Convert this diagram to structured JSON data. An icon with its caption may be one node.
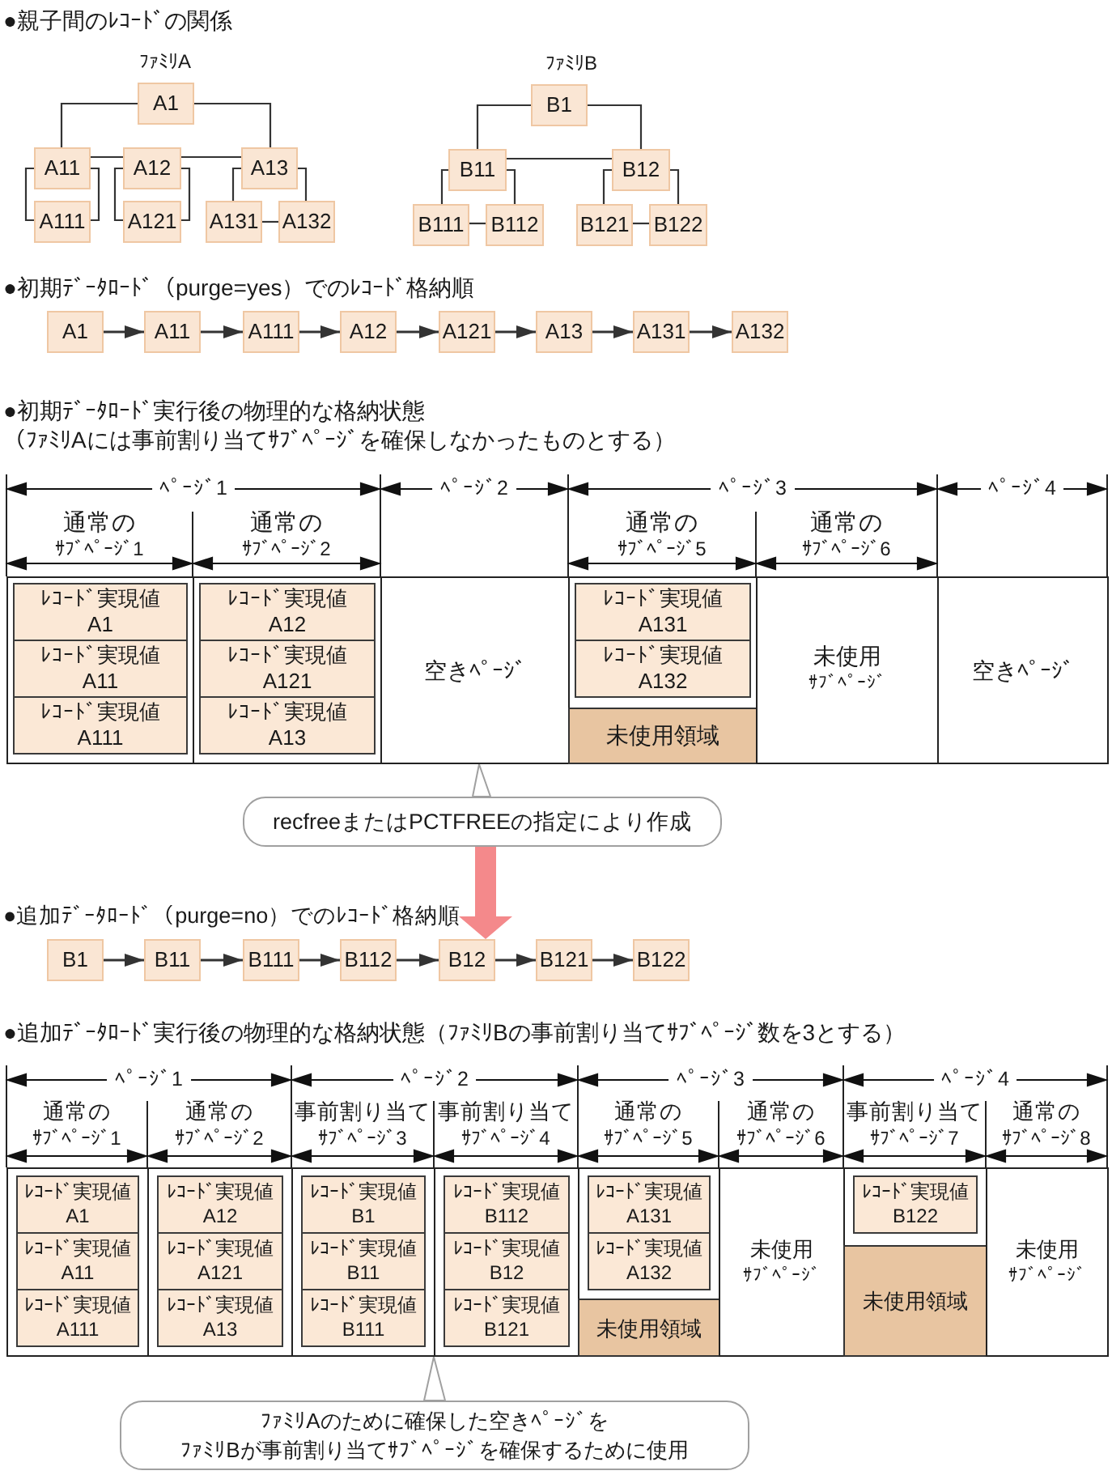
{
  "diagram": {
    "nodes": [
      {
        "text": [
          "A1"
        ]
      },
      {
        "text": [
          "A11"
        ]
      },
      {
        "text": [
          "A12"
        ]
      },
      {
        "text": [
          "A13"
        ]
      },
      {
        "text": [
          "A111"
        ]
      },
      {
        "text": [
          "A121"
        ]
      },
      {
        "text": [
          "A131"
        ]
      },
      {
        "text": [
          "A132"
        ]
      },
      {
        "text": [
          "B1"
        ]
      },
      {
        "text": [
          "B11"
        ]
      },
      {
        "text": [
          "B12"
        ]
      },
      {
        "text": [
          "B111"
        ]
      },
      {
        "text": [
          "B112"
        ]
      },
      {
        "text": [
          "B121"
        ]
      },
      {
        "text": [
          "B122"
        ]
      },
      {
        "text": [
          "A1"
        ]
      },
      {
        "text": [
          "A11"
        ]
      },
      {
        "text": [
          "A111"
        ]
      },
      {
        "text": [
          "A12"
        ]
      },
      {
        "text": [
          "A121"
        ]
      },
      {
        "text": [
          "A13"
        ]
      },
      {
        "text": [
          "A131"
        ]
      },
      {
        "text": [
          "A132"
        ]
      },
      {
        "text": [],
        "shape": "box"
      },
      {
        "text": [
          "ﾚｺｰﾄﾞ実現値",
          "A1"
        ],
        "in": 23
      },
      {
        "text": [
          "ﾚｺｰﾄﾞ実現値",
          "A11"
        ],
        "in": 23
      },
      {
        "text": [
          "ﾚｺｰﾄﾞ実現値",
          "A111"
        ],
        "in": 23
      },
      {
        "text": [],
        "shape": "box"
      },
      {
        "text": [
          "ﾚｺｰﾄﾞ実現値",
          "A12"
        ],
        "in": 27
      },
      {
        "text": [
          "ﾚｺｰﾄﾞ実現値",
          "A121"
        ],
        "in": 27
      },
      {
        "text": [
          "ﾚｺｰﾄﾞ実現値",
          "A13"
        ],
        "in": 27
      },
      {
        "text": [
          "空きﾍﾟｰｼﾞ"
        ]
      },
      {
        "text": [],
        "shape": "box"
      },
      {
        "text": [
          "ﾚｺｰﾄﾞ実現値",
          "A131"
        ],
        "in": 32
      },
      {
        "text": [
          "ﾚｺｰﾄﾞ実現値",
          "A132"
        ],
        "in": 32
      },
      {
        "text": [
          "未使用領域"
        ],
        "in": 32
      },
      {
        "text": [
          "未使用",
          "ｻﾌﾞﾍﾟｰｼﾞ"
        ]
      },
      {
        "text": [
          "空きﾍﾟｰｼﾞ"
        ]
      },
      {
        "text": [
          "recfreeまたはPCTFREEの指定により作成"
        ]
      },
      {
        "text": [
          "B1"
        ]
      },
      {
        "text": [
          "B11"
        ]
      },
      {
        "text": [
          "B111"
        ]
      },
      {
        "text": [
          "B112"
        ]
      },
      {
        "text": [
          "B12"
        ]
      },
      {
        "text": [
          "B121"
        ]
      },
      {
        "text": [
          "B122"
        ]
      },
      {
        "text": [],
        "shape": "box"
      },
      {
        "text": [
          "ﾚｺｰﾄﾞ実現値",
          "A1"
        ],
        "in": 46
      },
      {
        "text": [
          "ﾚｺｰﾄﾞ実現値",
          "A11"
        ],
        "in": 46
      },
      {
        "text": [
          "ﾚｺｰﾄﾞ実現値",
          "A111"
        ],
        "in": 46
      },
      {
        "text": [],
        "shape": "box"
      },
      {
        "text": [
          "ﾚｺｰﾄﾞ実現値",
          "A12"
        ],
        "in": 50
      },
      {
        "text": [
          "ﾚｺｰﾄﾞ実現値",
          "A121"
        ],
        "in": 50
      },
      {
        "text": [
          "ﾚｺｰﾄﾞ実現値",
          "A13"
        ],
        "in": 50
      },
      {
        "text": [],
        "shape": "box"
      },
      {
        "text": [
          "ﾚｺｰﾄﾞ実現値",
          "B1"
        ],
        "in": 54
      },
      {
        "text": [
          "ﾚｺｰﾄﾞ実現値",
          "B11"
        ],
        "in": 54
      },
      {
        "text": [
          "ﾚｺｰﾄﾞ実現値",
          "B111"
        ],
        "in": 54
      },
      {
        "text": [],
        "shape": "box"
      },
      {
        "text": [
          "ﾚｺｰﾄﾞ実現値",
          "B112"
        ],
        "in": 58
      },
      {
        "text": [
          "ﾚｺｰﾄﾞ実現値",
          "B12"
        ],
        "in": 58
      },
      {
        "text": [
          "ﾚｺｰﾄﾞ実現値",
          "B121"
        ],
        "in": 58
      },
      {
        "text": [],
        "shape": "box"
      },
      {
        "text": [
          "ﾚｺｰﾄﾞ実現値",
          "A131"
        ],
        "in": 62
      },
      {
        "text": [
          "ﾚｺｰﾄﾞ実現値",
          "A132"
        ],
        "in": 62
      },
      {
        "text": [
          "未使用領域"
        ],
        "in": 62
      },
      {
        "text": [
          "未使用",
          "ｻﾌﾞﾍﾟｰｼﾞ"
        ]
      },
      {
        "text": [],
        "shape": "box"
      },
      {
        "text": [
          "ﾚｺｰﾄﾞ実現値",
          "B122"
        ],
        "in": 67
      },
      {
        "text": [
          "未使用領域"
        ],
        "in": 67
      },
      {
        "text": [
          "未使用",
          "ｻﾌﾞﾍﾟｰｼﾞ"
        ]
      },
      {
        "text": [
          "ﾌｧﾐﾘAのために確保した空きﾍﾟｰｼﾞを",
          "ﾌｧﾐﾘBが事前割り当てｻﾌﾞﾍﾟｰｼﾞを確保するために使用"
        ]
      }
    ],
    "edges": [
      {
        "from": 0,
        "to": 1,
        "arrow": "none"
      },
      {
        "from": 0,
        "to": 3,
        "arrow": "none"
      },
      {
        "from": 1,
        "to": 2,
        "arrow": "none"
      },
      {
        "from": 2,
        "to": 3,
        "arrow": "none"
      },
      {
        "from": 1,
        "to": 4,
        "arrow": "none"
      },
      {
        "from": 1,
        "to": 4,
        "arrow": "none"
      },
      {
        "from": 2,
        "to": 5,
        "arrow": "none"
      },
      {
        "from": 2,
        "to": 5,
        "arrow": "none"
      },
      {
        "from": 3,
        "to": 6,
        "arrow": "none"
      },
      {
        "from": 3,
        "to": 7,
        "arrow": "none"
      },
      {
        "from": 6,
        "to": 7,
        "arrow": "none"
      },
      {
        "from": 8,
        "to": 9,
        "arrow": "none"
      },
      {
        "from": 8,
        "to": 10,
        "arrow": "none"
      },
      {
        "from": 9,
        "to": 10,
        "arrow": "none"
      },
      {
        "from": 9,
        "to": 11,
        "arrow": "none"
      },
      {
        "from": 9,
        "to": 12,
        "arrow": "none"
      },
      {
        "from": 11,
        "to": 12,
        "arrow": "none"
      },
      {
        "from": 10,
        "to": 13,
        "arrow": "none"
      },
      {
        "from": 10,
        "to": 14,
        "arrow": "none"
      },
      {
        "from": 13,
        "to": 14,
        "arrow": "none"
      },
      {
        "from": 15,
        "to": 16,
        "arrow": "to"
      },
      {
        "from": 16,
        "to": 17,
        "arrow": "to"
      },
      {
        "from": 17,
        "to": 18,
        "arrow": "to"
      },
      {
        "from": 18,
        "to": 19,
        "arrow": "to"
      },
      {
        "from": 19,
        "to": 20,
        "arrow": "to"
      },
      {
        "from": 20,
        "to": 21,
        "arrow": "to"
      },
      {
        "from": 21,
        "to": 22,
        "arrow": "to"
      },
      {
        "from": 38,
        "to": 31,
        "arrow": "none",
        "color": "#a0a0a0"
      },
      {
        "from": 39,
        "to": 40,
        "arrow": "to"
      },
      {
        "from": 40,
        "to": 41,
        "arrow": "to"
      },
      {
        "from": 41,
        "to": 42,
        "arrow": "to"
      },
      {
        "from": 42,
        "to": 43,
        "arrow": "to"
      },
      {
        "from": 43,
        "to": 44,
        "arrow": "to"
      },
      {
        "from": 44,
        "to": 45,
        "arrow": "to"
      },
      {
        "from": 71,
        "to": 54,
        "arrow": "none",
        "color": "#a0a0a0"
      },
      {
        "from": 38,
        "to": 43,
        "arrow": "to",
        "style": "thick",
        "color": "#f4898b"
      }
    ],
    "labels": [
      "●親子間のﾚｺｰﾄﾞの関係",
      "ﾌｧﾐﾘA",
      "ﾌｧﾐﾘB",
      "●初期ﾃﾞｰﾀﾛｰﾄﾞ（purge=yes）でのﾚｺｰﾄﾞ格納順",
      "●初期ﾃﾞｰﾀﾛｰﾄﾞ実行後の物理的な格納状態",
      "（ﾌｧﾐﾘAには事前割り当てｻﾌﾞﾍﾟｰｼﾞを確保しなかったものとする）",
      "ﾍﾟｰｼﾞ1",
      "ﾍﾟｰｼﾞ2",
      "ﾍﾟｰｼﾞ3",
      "ﾍﾟｰｼﾞ4",
      "通常の",
      "ｻﾌﾞﾍﾟｰｼﾞ1",
      "通常の",
      "ｻﾌﾞﾍﾟｰｼﾞ2",
      "通常の",
      "ｻﾌﾞﾍﾟｰｼﾞ5",
      "通常の",
      "ｻﾌﾞﾍﾟｰｼﾞ6",
      "●追加ﾃﾞｰﾀﾛｰﾄﾞ（purge=no）でのﾚｺｰﾄﾞ格納順",
      "●追加ﾃﾞｰﾀﾛｰﾄﾞ実行後の物理的な格納状態（ﾌｧﾐﾘBの事前割り当てｻﾌﾞﾍﾟｰｼﾞ数を3とする）",
      "ﾍﾟｰｼﾞ1",
      "ﾍﾟｰｼﾞ2",
      "ﾍﾟｰｼﾞ3",
      "ﾍﾟｰｼﾞ4",
      "通常の",
      "ｻﾌﾞﾍﾟｰｼﾞ1",
      "通常の",
      "ｻﾌﾞﾍﾟｰｼﾞ2",
      "事前割り当て",
      "ｻﾌﾞﾍﾟｰｼﾞ3",
      "事前割り当て",
      "ｻﾌﾞﾍﾟｰｼﾞ4",
      "通常の",
      "ｻﾌﾞﾍﾟｰｼﾞ5",
      "通常の",
      "ｻﾌﾞﾍﾟｰｼﾞ6",
      "事前割り当て",
      "ｻﾌﾞﾍﾟｰｼﾞ7",
      "通常の",
      "ｻﾌﾞﾍﾟｰｼﾞ8"
    ]
  }
}
